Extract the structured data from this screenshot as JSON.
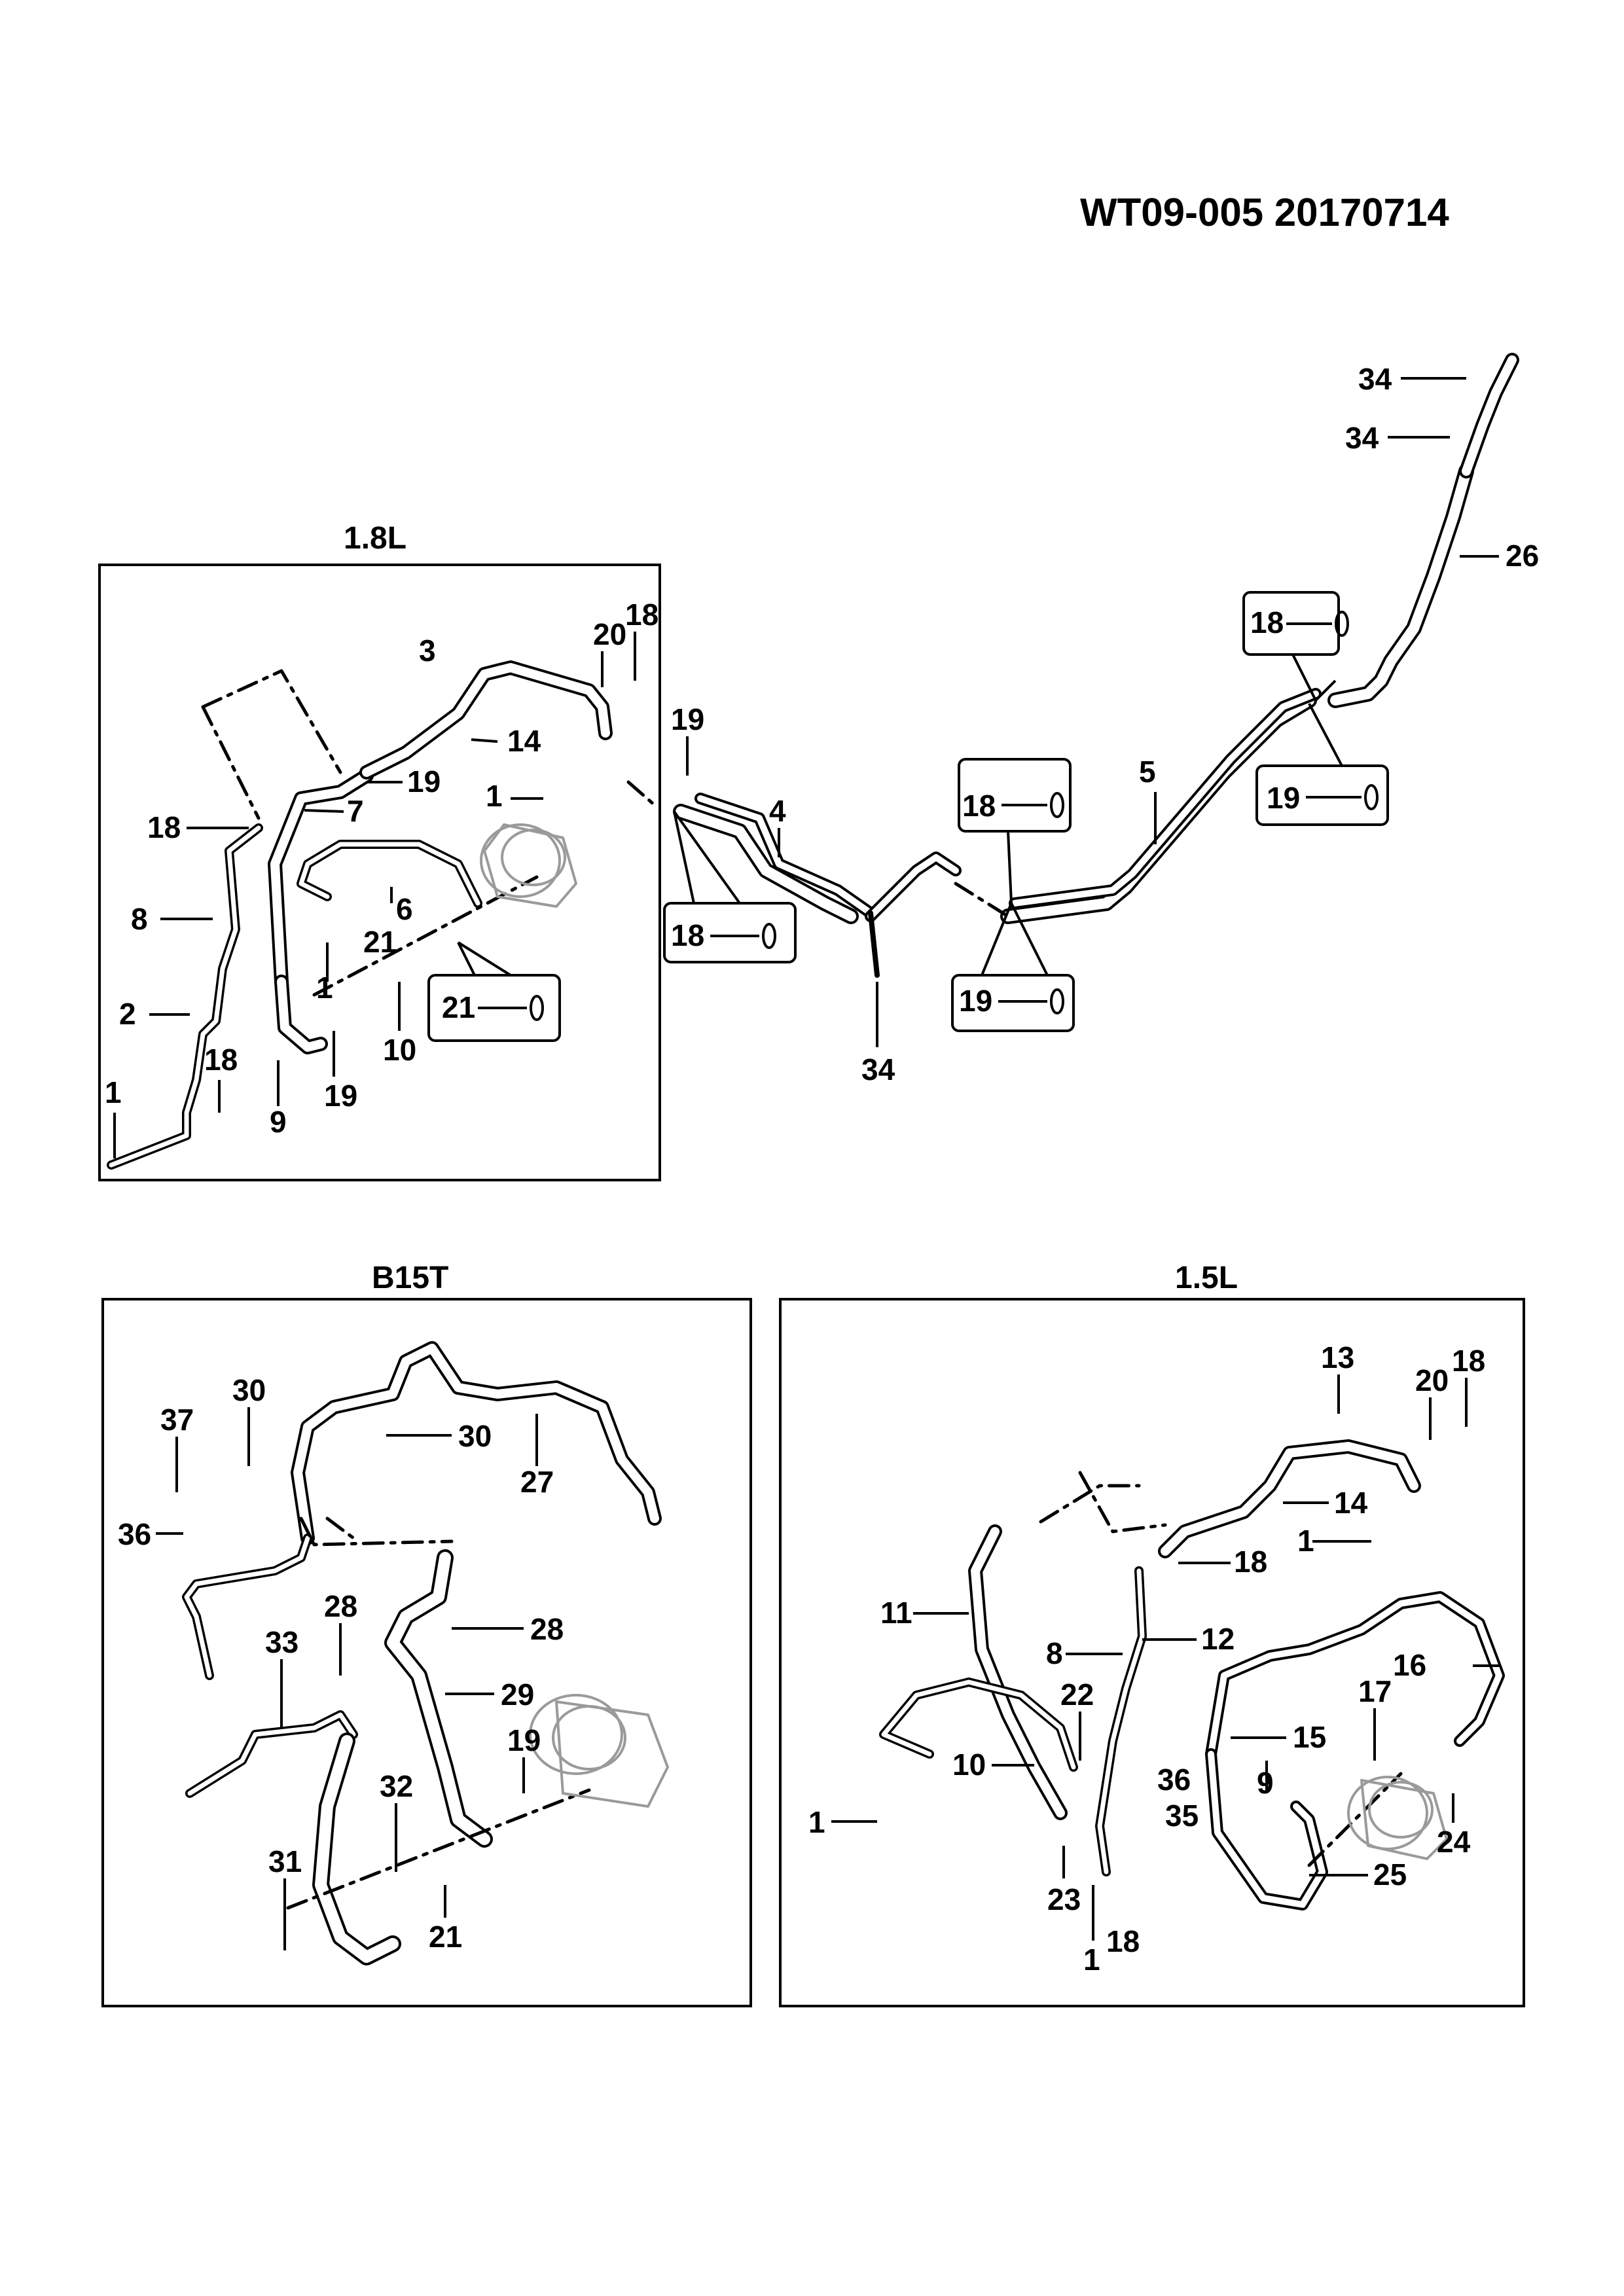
{
  "document_id": "WT09-005  20170714",
  "sections": [
    {
      "id": "18L",
      "label": "1.8L"
    },
    {
      "id": "B15T",
      "label": "B15T"
    },
    {
      "id": "15L",
      "label": "1.5L"
    }
  ],
  "callouts": {
    "L1": [
      "3",
      "20",
      "18",
      "14",
      "19",
      "1",
      "7",
      "18",
      "6",
      "21",
      "8",
      "1",
      "2",
      "10",
      "18",
      "9",
      "19",
      "1"
    ],
    "main": [
      "34",
      "34",
      "26",
      "18",
      "5",
      "19",
      "19",
      "4",
      "18",
      "18",
      "19",
      "34"
    ],
    "B15T": [
      "30",
      "37",
      "30",
      "27",
      "36",
      "28",
      "28",
      "33",
      "29",
      "19",
      "32",
      "31",
      "21"
    ],
    "L15": [
      "13",
      "20",
      "18",
      "14",
      "1",
      "18",
      "11",
      "12",
      "8",
      "22",
      "16",
      "17",
      "15",
      "10",
      "36",
      "35",
      "9",
      "1",
      "23",
      "24",
      "25",
      "1",
      "18"
    ],
    "boxed": [
      "21",
      "18",
      "19",
      "18",
      "19",
      "18",
      "19"
    ]
  }
}
